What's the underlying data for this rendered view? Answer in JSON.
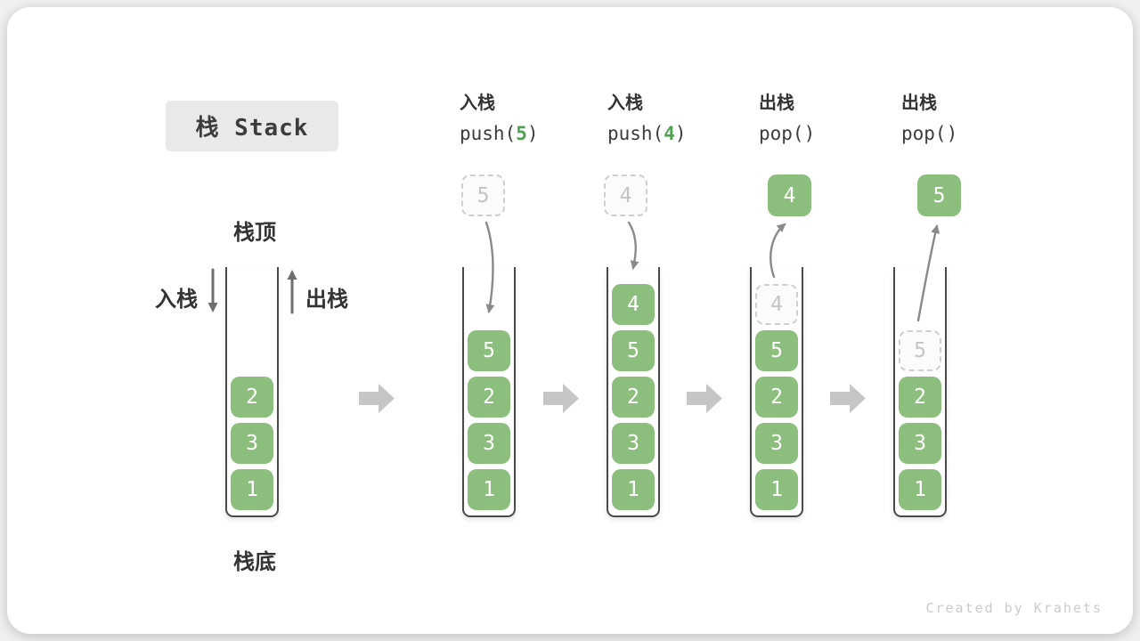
{
  "title": {
    "text": "栈 Stack"
  },
  "legend": {
    "stack_top": "栈顶",
    "stack_bottom": "栈底",
    "push_label": "入栈",
    "pop_label": "出栈"
  },
  "operations": [
    {
      "name": "push-5",
      "action_label": "入栈",
      "code_before": "push(",
      "code_arg": "5",
      "code_after": ")"
    },
    {
      "name": "push-4",
      "action_label": "入栈",
      "code_before": "push(",
      "code_arg": "4",
      "code_after": ")"
    },
    {
      "name": "pop-4",
      "action_label": "出栈",
      "code_before": "pop()",
      "code_arg": "",
      "code_after": ""
    },
    {
      "name": "pop-5",
      "action_label": "出栈",
      "code_before": "pop()",
      "code_arg": "",
      "code_after": ""
    }
  ],
  "stacks": [
    {
      "name": "stack-initial",
      "operation": null,
      "above": null,
      "items": [
        {
          "value": "2",
          "ghost": false
        },
        {
          "value": "3",
          "ghost": false
        },
        {
          "value": "1",
          "ghost": false
        }
      ]
    },
    {
      "name": "stack-after-push-5",
      "operation": 0,
      "above": {
        "value": "5",
        "style": "ghost"
      },
      "items": [
        {
          "value": "5",
          "ghost": false
        },
        {
          "value": "2",
          "ghost": false
        },
        {
          "value": "3",
          "ghost": false
        },
        {
          "value": "1",
          "ghost": false
        }
      ]
    },
    {
      "name": "stack-after-push-4",
      "operation": 1,
      "above": {
        "value": "4",
        "style": "ghost"
      },
      "items": [
        {
          "value": "4",
          "ghost": false
        },
        {
          "value": "5",
          "ghost": false
        },
        {
          "value": "2",
          "ghost": false
        },
        {
          "value": "3",
          "ghost": false
        },
        {
          "value": "1",
          "ghost": false
        }
      ]
    },
    {
      "name": "stack-after-pop-4",
      "operation": 2,
      "above": {
        "value": "4",
        "style": "solid"
      },
      "items": [
        {
          "value": "4",
          "ghost": true
        },
        {
          "value": "5",
          "ghost": false
        },
        {
          "value": "2",
          "ghost": false
        },
        {
          "value": "3",
          "ghost": false
        },
        {
          "value": "1",
          "ghost": false
        }
      ]
    },
    {
      "name": "stack-after-pop-5",
      "operation": 3,
      "above": {
        "value": "5",
        "style": "solid"
      },
      "items": [
        {
          "value": "5",
          "ghost": true
        },
        {
          "value": "2",
          "ghost": false
        },
        {
          "value": "3",
          "ghost": false
        },
        {
          "value": "1",
          "ghost": false
        }
      ]
    }
  ],
  "watermark": "Created by Krahets",
  "colors": {
    "box-green": "#8cbe7d",
    "code-arg-green": "#4fa14f",
    "arrow-gray": "#8a8a8a",
    "legend-arrow-gray": "#6f6f6f",
    "flow-arrow-gray": "#c6c6c6",
    "ghost-gray": "#c4c4c4",
    "ghost-border": "#cfcfcf",
    "text-dark": "#3c3c3c",
    "container-border": "#4a4a4a",
    "title-box-bg": "#e9e9e9",
    "watermark-gray": "#cccccc"
  }
}
